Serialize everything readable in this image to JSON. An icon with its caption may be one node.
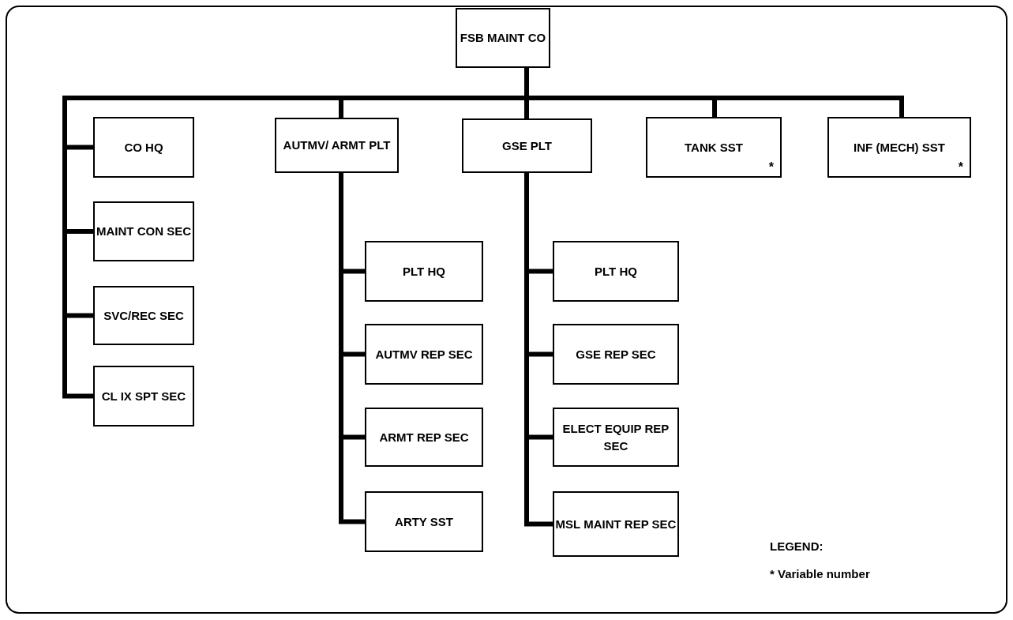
{
  "diagram": {
    "nodes": [
      {
        "text": [
          "FSB MAINT CO"
        ]
      },
      {
        "text": [
          "CO HQ"
        ]
      },
      {
        "text": [
          "MAINT CON SEC"
        ]
      },
      {
        "text": [
          "SVC/REC SEC"
        ]
      },
      {
        "text": [
          "CL IX SPT SEC"
        ]
      },
      {
        "text": [
          "AUTMV/ ARMT PLT"
        ]
      },
      {
        "text": [
          "PLT HQ"
        ]
      },
      {
        "text": [
          "AUTMV REP SEC"
        ]
      },
      {
        "text": [
          "ARMT REP SEC"
        ]
      },
      {
        "text": [
          "ARTY SST"
        ]
      },
      {
        "text": [
          "GSE PLT"
        ]
      },
      {
        "text": [
          "PLT HQ"
        ]
      },
      {
        "text": [
          "GSE REP SEC"
        ]
      },
      {
        "text": [
          "ELECT EQUIP REP SEC"
        ]
      },
      {
        "text": [
          "MSL MAINT REP SEC"
        ]
      },
      {
        "text": [
          "TANK SST",
          "*"
        ]
      },
      {
        "text": [
          "INF (MECH) SST",
          "*"
        ]
      }
    ],
    "edges": [
      {
        "from": 0,
        "to": 1,
        "arrow": "none"
      },
      {
        "from": 0,
        "to": 2,
        "arrow": "none"
      },
      {
        "from": 0,
        "to": 3,
        "arrow": "none"
      },
      {
        "from": 0,
        "to": 4,
        "arrow": "none"
      },
      {
        "from": 0,
        "to": 5,
        "arrow": "none"
      },
      {
        "from": 0,
        "to": 10,
        "arrow": "none"
      },
      {
        "from": 0,
        "to": 15,
        "arrow": "none"
      },
      {
        "from": 0,
        "to": 16,
        "arrow": "none"
      },
      {
        "from": 5,
        "to": 6,
        "arrow": "none"
      },
      {
        "from": 5,
        "to": 7,
        "arrow": "none"
      },
      {
        "from": 5,
        "to": 8,
        "arrow": "none"
      },
      {
        "from": 5,
        "to": 9,
        "arrow": "none"
      },
      {
        "from": 10,
        "to": 11,
        "arrow": "none"
      },
      {
        "from": 10,
        "to": 12,
        "arrow": "none"
      },
      {
        "from": 10,
        "to": 13,
        "arrow": "none"
      },
      {
        "from": 10,
        "to": 14,
        "arrow": "none"
      }
    ],
    "labels": [
      "LEGEND:"
    ],
    "legend": [
      {
        "text": "* Variable number"
      }
    ]
  }
}
